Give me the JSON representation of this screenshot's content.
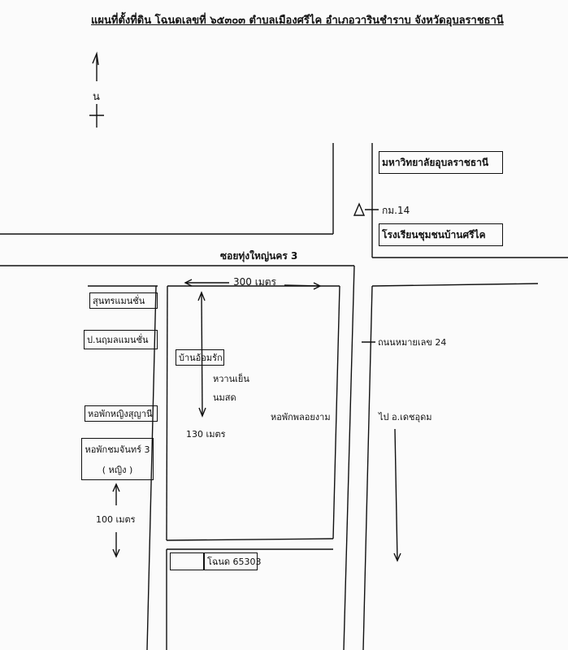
{
  "title": "แผนที่ตั้งที่ดิน โฉนดเลขที่ ๖๕๓๐๓ ตำบลเมืองศรีไค อำเภอวารินชำราบ จังหวัดอุบลราชธานี",
  "north": {
    "letter": "น"
  },
  "landmarks": {
    "university": "มหาวิทยาลัยอุบลราชธานี",
    "km_marker": "กม.14",
    "school": "โรงเรียนชุมชนบ้านศรีไค"
  },
  "roads": {
    "soi": "ซอยทุ่งใหญ่นคร 3",
    "highway": "ถนนหมายเลข 24",
    "to_city": "ไป อ.เดชอุดม"
  },
  "distances": {
    "width": "300 เมตร",
    "depth": "130 เมตร",
    "offset": "100 เมตร"
  },
  "left_buildings": {
    "b1": "สุนทรแมนชั่น",
    "b2": "ป.นฤมลแมนชั่น",
    "b3": "หอพักหญิงสุญานี",
    "b4_line1": "หอพักชมจันทร์ 3",
    "b4_line2": "( หญิง )"
  },
  "inside": {
    "home": "บ้านอ้อมรัก",
    "sweet": "หวานเย็น",
    "milk": "นมสด",
    "dorm": "หอพักพลอยงาม"
  },
  "plot": {
    "label": "โฉนด 65303"
  }
}
